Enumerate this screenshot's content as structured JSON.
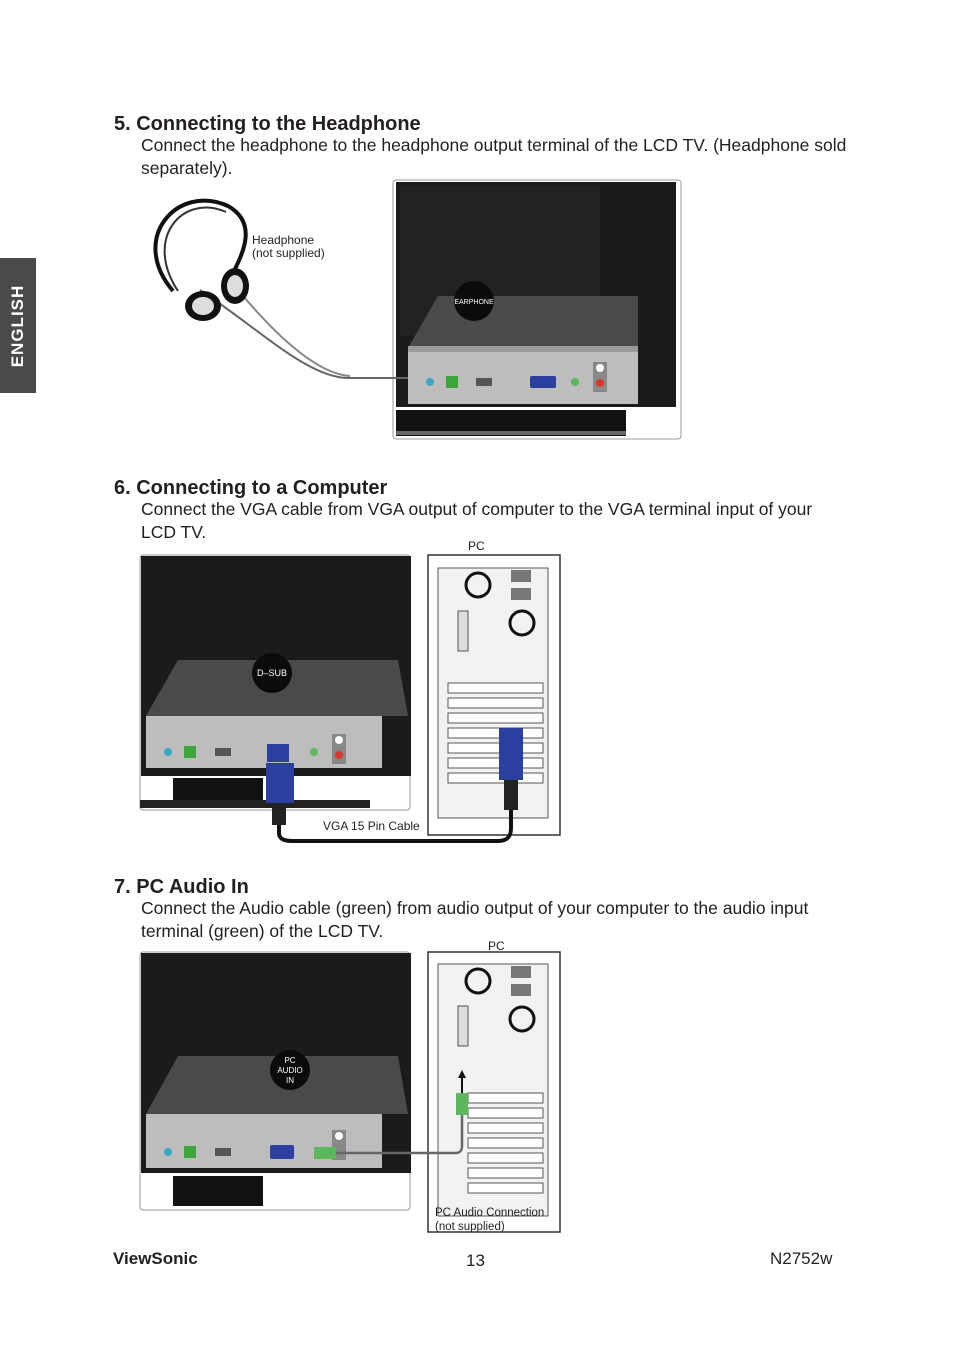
{
  "language_tab": "ENGLISH",
  "sections": [
    {
      "title": "5. Connecting to the Headphone",
      "body": "Connect the headphone to the headphone output terminal of the LCD TV. (Headphone sold separately).",
      "labels": {
        "device": "Headphone",
        "device_note": "(not supplied)",
        "port": "EARPHONE"
      }
    },
    {
      "title": "6. Connecting to a Computer",
      "body": "Connect the VGA cable from VGA output of computer to the VGA terminal input of your LCD TV.",
      "labels": {
        "pc": "PC",
        "port": "D–SUB",
        "cable": "VGA 15 Pin Cable"
      }
    },
    {
      "title": "7. PC Audio In",
      "body": "Connect the Audio cable (green) from audio output of your computer to the audio input terminal (green) of the LCD TV.",
      "labels": {
        "pc": "PC",
        "port_line1": "PC",
        "port_line2": "AUDIO",
        "port_line3": "IN",
        "cable": "PC Audio Connection",
        "cable_note": "(not supplied)"
      }
    }
  ],
  "footer": {
    "brand": "ViewSonic",
    "page_number": "13",
    "model": "N2752w"
  },
  "colors": {
    "tab_bg": "#4a4a4a",
    "tv_panel": "#1b1b1b",
    "vga_blue": "#2b3f9e",
    "audio_green": "#5cb85c"
  }
}
